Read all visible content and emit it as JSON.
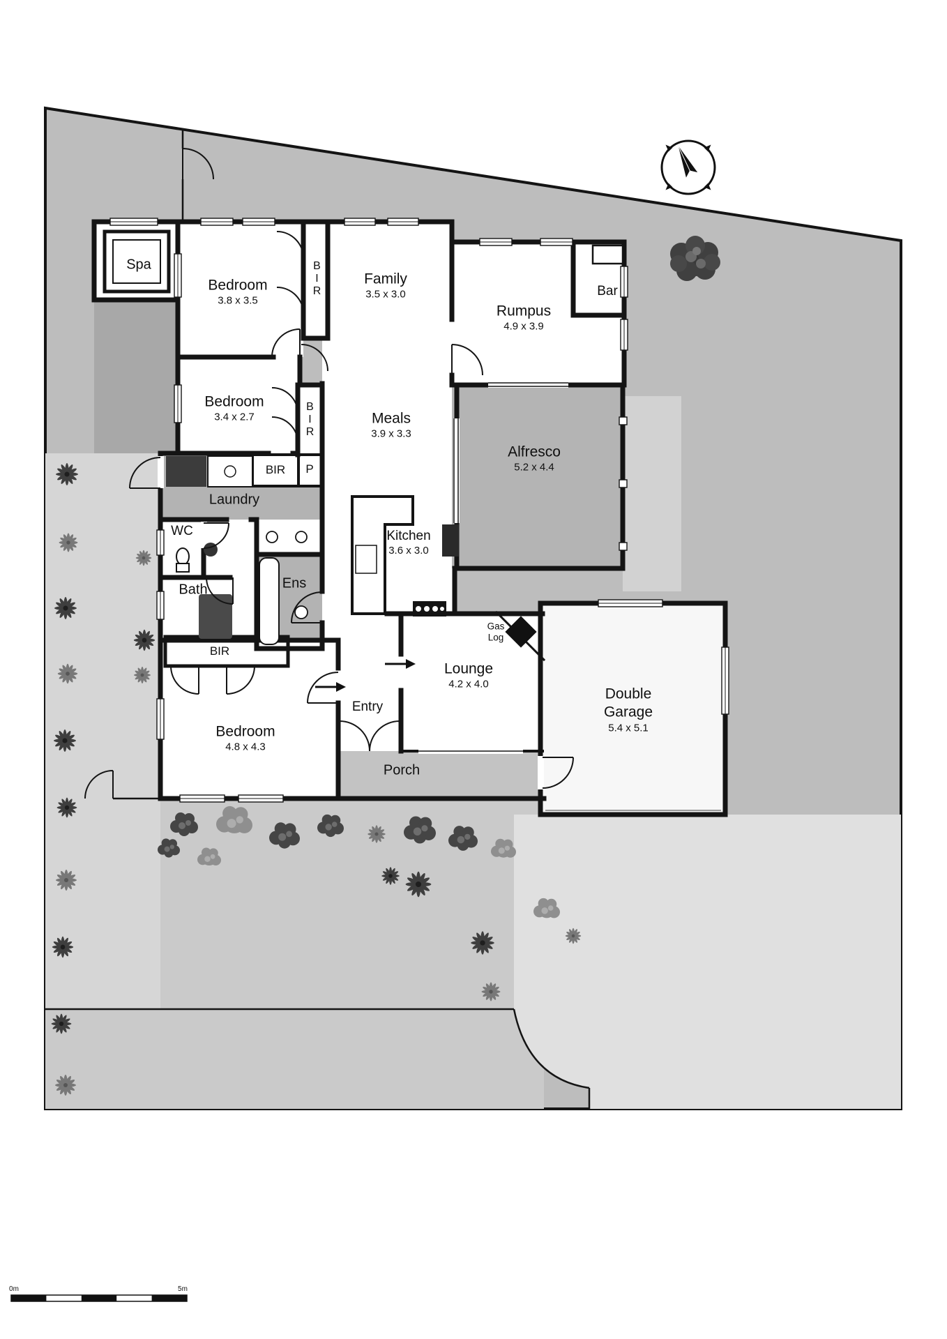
{
  "plan_title": "",
  "rooms": {
    "spa": {
      "label": "Spa"
    },
    "bedroom1": {
      "label": "Bedroom",
      "dims": "3.8 x 3.5"
    },
    "bir1": {
      "label": "BIR"
    },
    "family": {
      "label": "Family",
      "dims": "3.5 x 3.0"
    },
    "rumpus": {
      "label": "Rumpus",
      "dims": "4.9 x 3.9"
    },
    "bar": {
      "label": "Bar"
    },
    "bedroom2": {
      "label": "Bedroom",
      "dims": "3.4 x 2.7"
    },
    "bir2": {
      "label": "BIR"
    },
    "pantry": {
      "label": "P"
    },
    "meals": {
      "label": "Meals",
      "dims": "3.9 x 3.3"
    },
    "alfresco": {
      "label": "Alfresco",
      "dims": "5.2 x 4.4"
    },
    "bir3": {
      "label": "BIR"
    },
    "laundry": {
      "label": "Laundry"
    },
    "wc": {
      "label": "WC"
    },
    "kitchen": {
      "label": "Kitchen",
      "dims": "3.6 x 3.0"
    },
    "bath": {
      "label": "Bath"
    },
    "ens": {
      "label": "Ens"
    },
    "gaslog": {
      "line1": "Gas",
      "line2": "Log"
    },
    "bir4": {
      "label": "BIR"
    },
    "lounge": {
      "label": "Lounge",
      "dims": "4.2 x 4.0"
    },
    "entry": {
      "label": "Entry"
    },
    "garage": {
      "line1": "Double",
      "line2": "Garage",
      "dims": "5.4 x 5.1"
    },
    "bedroom3": {
      "label": "Bedroom",
      "dims": "4.8 x 4.3"
    },
    "porch": {
      "label": "Porch"
    }
  },
  "scale_bar": {
    "start": "0m",
    "end": "5m"
  },
  "colors": {
    "wall": "#141414",
    "lot": "#bdbdbd",
    "left_strip": "#d6d6d6",
    "garden": "#cacaca",
    "driveway": "#e0e0e0",
    "alfresco": "#b4b4b4",
    "laundry": "#b3b3b3",
    "porch": "#c3c3c3"
  }
}
